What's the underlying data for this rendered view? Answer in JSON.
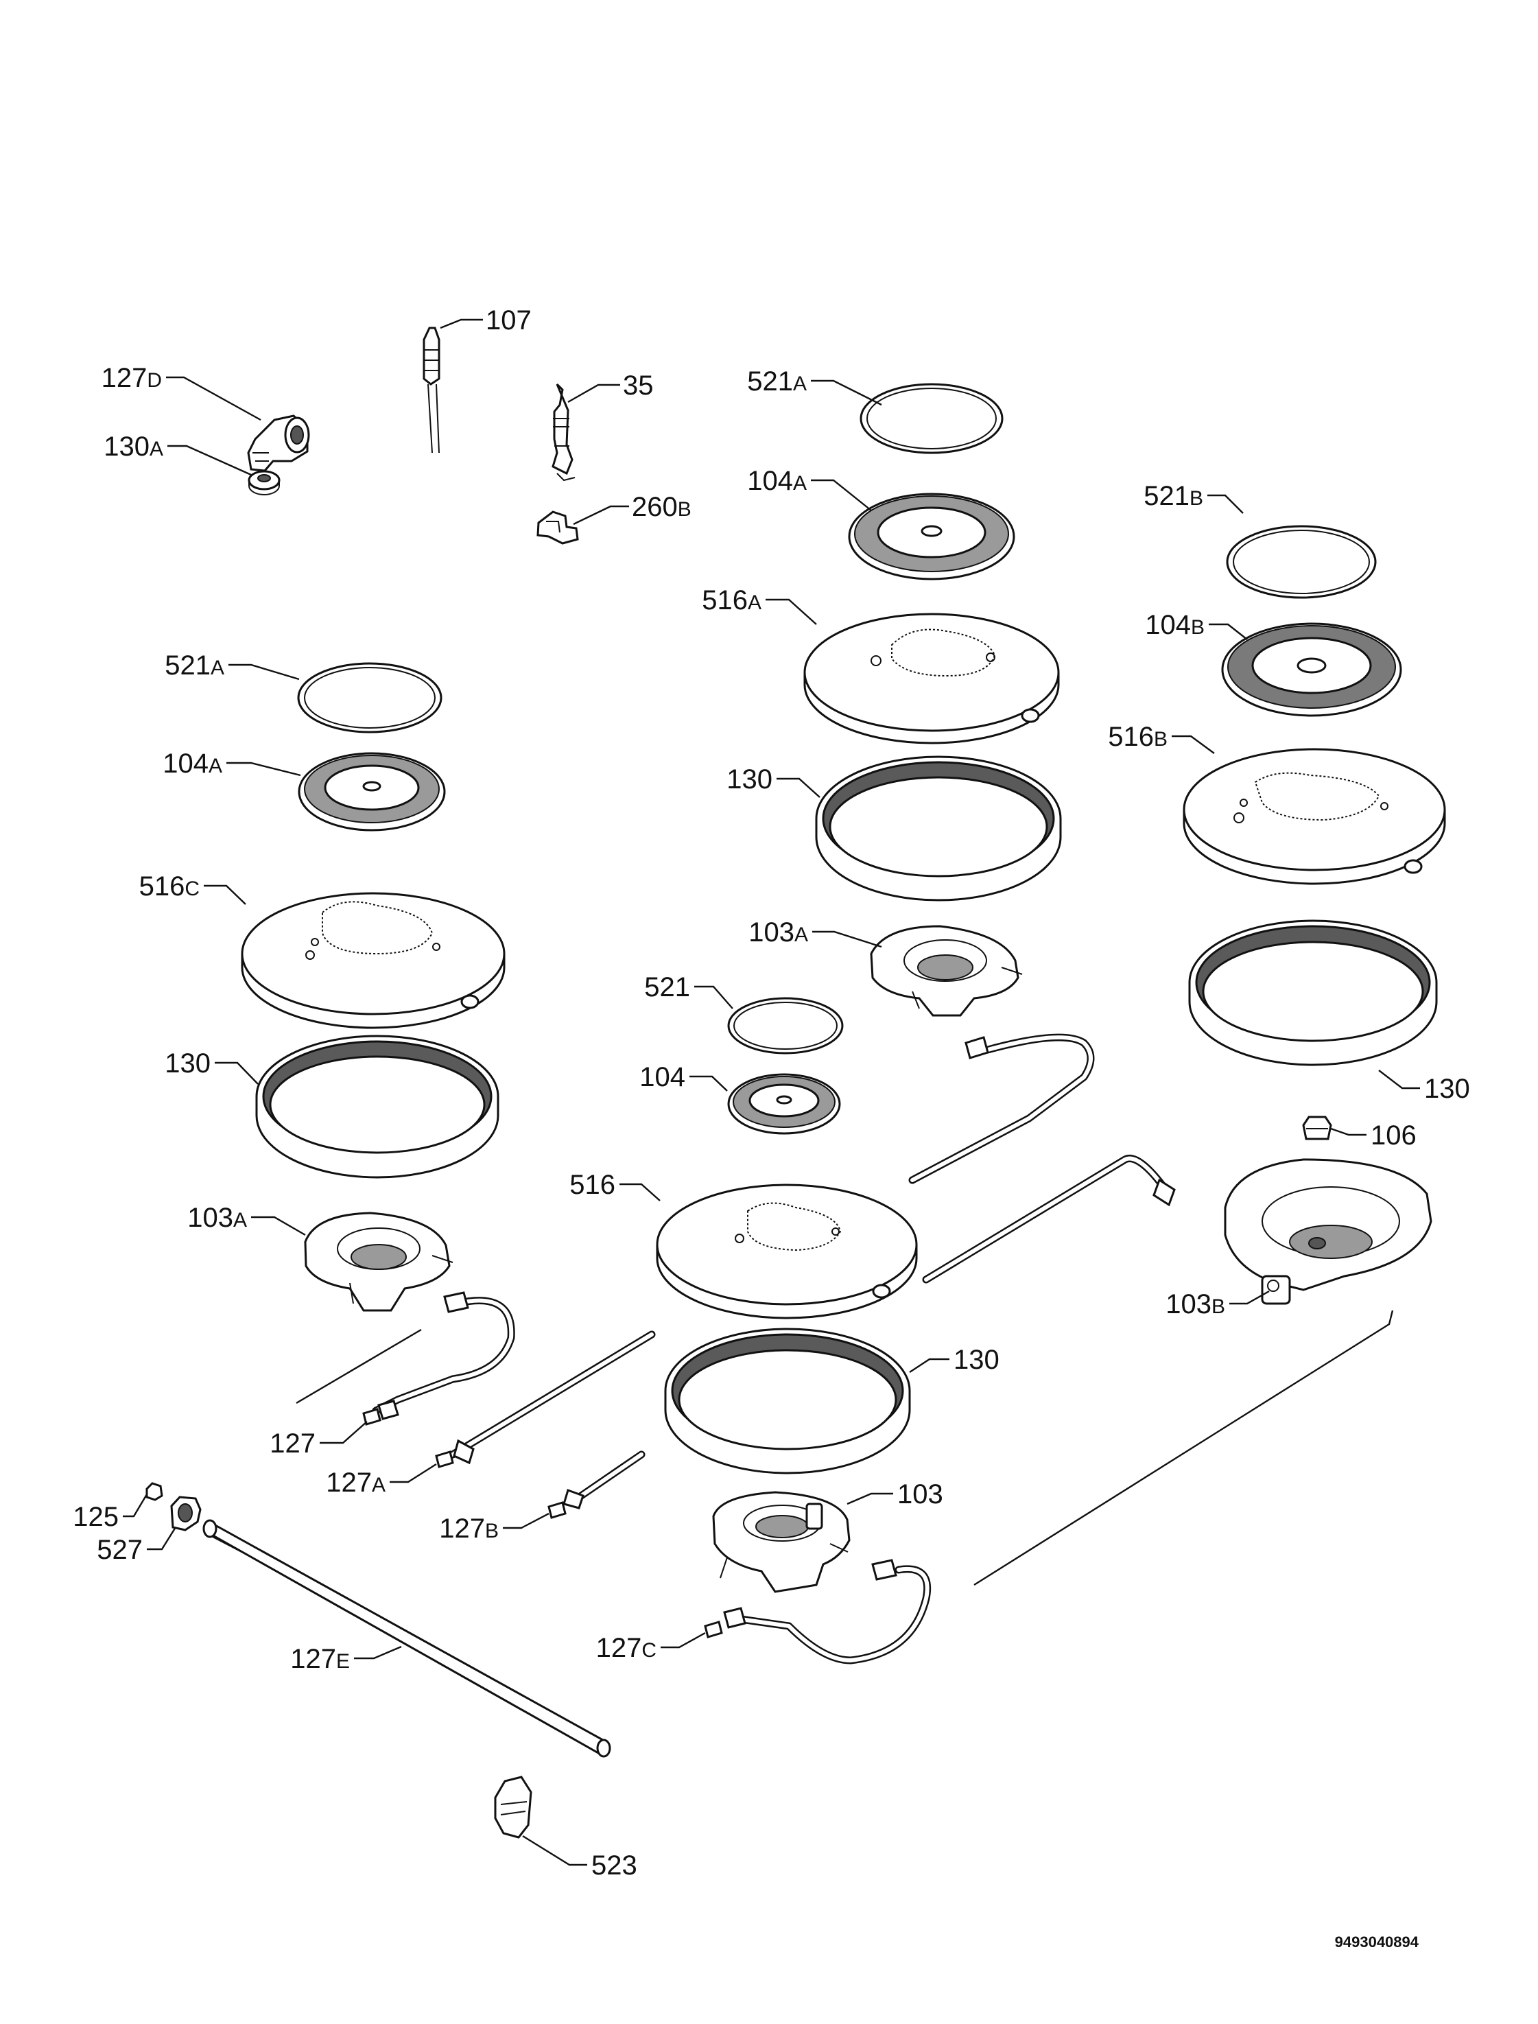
{
  "diagram": {
    "document_number": "9493040894",
    "labels": [
      {
        "id": "127d-top",
        "num": "127",
        "suffix": "D"
      },
      {
        "id": "130a-top",
        "num": "130",
        "suffix": "A"
      },
      {
        "id": "107",
        "num": "107",
        "suffix": ""
      },
      {
        "id": "35",
        "num": "35",
        "suffix": ""
      },
      {
        "id": "260b",
        "num": "260",
        "suffix": "B"
      },
      {
        "id": "521a-center",
        "num": "521",
        "suffix": "A"
      },
      {
        "id": "104a-center",
        "num": "104",
        "suffix": "A"
      },
      {
        "id": "516a",
        "num": "516",
        "suffix": "A"
      },
      {
        "id": "130-center-upper",
        "num": "130",
        "suffix": ""
      },
      {
        "id": "103a-center",
        "num": "103",
        "suffix": "A"
      },
      {
        "id": "521b",
        "num": "521",
        "suffix": "B"
      },
      {
        "id": "104b",
        "num": "104",
        "suffix": "B"
      },
      {
        "id": "516b",
        "num": "516",
        "suffix": "B"
      },
      {
        "id": "130-right",
        "num": "130",
        "suffix": ""
      },
      {
        "id": "106",
        "num": "106",
        "suffix": ""
      },
      {
        "id": "103b",
        "num": "103",
        "suffix": "B"
      },
      {
        "id": "521a-left",
        "num": "521",
        "suffix": "A"
      },
      {
        "id": "104a-left",
        "num": "104",
        "suffix": "A"
      },
      {
        "id": "516c",
        "num": "516",
        "suffix": "C"
      },
      {
        "id": "130-left",
        "num": "130",
        "suffix": ""
      },
      {
        "id": "103a-left",
        "num": "103",
        "suffix": "A"
      },
      {
        "id": "521",
        "num": "521",
        "suffix": ""
      },
      {
        "id": "104",
        "num": "104",
        "suffix": ""
      },
      {
        "id": "516",
        "num": "516",
        "suffix": ""
      },
      {
        "id": "130-center-lower",
        "num": "130",
        "suffix": ""
      },
      {
        "id": "103",
        "num": "103",
        "suffix": ""
      },
      {
        "id": "127",
        "num": "127",
        "suffix": ""
      },
      {
        "id": "127a",
        "num": "127",
        "suffix": "A"
      },
      {
        "id": "127b",
        "num": "127",
        "suffix": "B"
      },
      {
        "id": "127c",
        "num": "127",
        "suffix": "C"
      },
      {
        "id": "125",
        "num": "125",
        "suffix": ""
      },
      {
        "id": "527",
        "num": "527",
        "suffix": ""
      },
      {
        "id": "127e",
        "num": "127",
        "suffix": "E"
      },
      {
        "id": "523",
        "num": "523",
        "suffix": ""
      }
    ]
  }
}
